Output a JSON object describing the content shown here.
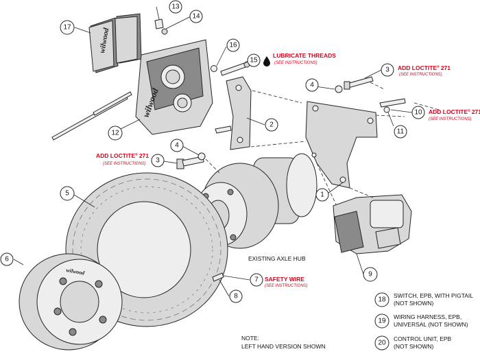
{
  "callouts": {
    "c1": "1",
    "c2": "2",
    "c3a": "3",
    "c3b": "3",
    "c4a": "4",
    "c4b": "4",
    "c5": "5",
    "c6": "6",
    "c7": "7",
    "c8": "8",
    "c9": "9",
    "c10": "10",
    "c11": "11",
    "c12": "12",
    "c13": "13",
    "c14": "14",
    "c15": "15",
    "c16": "16",
    "c17": "17",
    "c18": "18",
    "c19": "19",
    "c20": "20"
  },
  "notes": {
    "lubricate": "LUBRICATE THREADS",
    "see": "(SEE INSTRUCTIONS)",
    "loctite_prefix": "ADD LOCTITE",
    "loctite_reg": "®",
    "loctite_num": "271",
    "safety_wire": "SAFETY WIRE"
  },
  "labels": {
    "axle_hub": "EXISTING AXLE HUB",
    "note_title": "NOTE:",
    "note_body": "LEFT HAND VERSION SHOWN"
  },
  "not_shown": [
    {
      "num": "18",
      "line1": "SWITCH, EPB, WITH PIGTAIL",
      "line2": "(NOT SHOWN)"
    },
    {
      "num": "19",
      "line1": "WIRING HARNESS, EPB,",
      "line2": "UNIVERSAL (NOT SHOWN)"
    },
    {
      "num": "20",
      "line1": "CONTROL UNIT, EPB",
      "line2": "(NOT SHOWN)"
    }
  ],
  "brand": {
    "logo": "wilwood"
  },
  "colors": {
    "accent_red": "#d6001c",
    "line": "#222222"
  }
}
